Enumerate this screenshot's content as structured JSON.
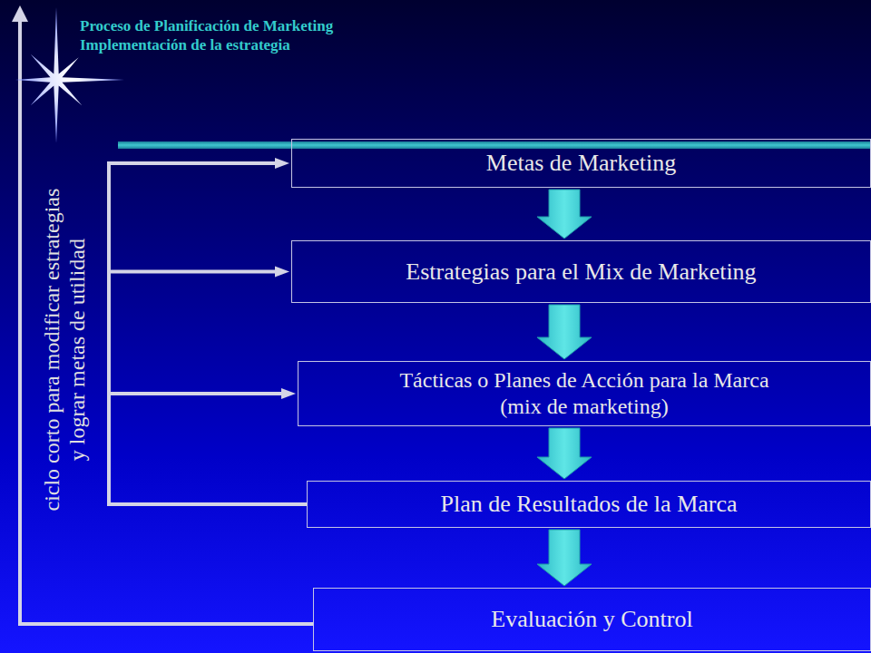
{
  "diagram": {
    "title": "Proceso de Planificación de Marketing Implementación de la estrategia",
    "nodes": [
      {
        "text": [
          "Metas de Marketing"
        ]
      },
      {
        "text": [
          "Estrategias para el Mix de Marketing"
        ]
      },
      {
        "text": [
          "Tácticas o Planes de Acción para la Marca (mix de marketing)"
        ]
      },
      {
        "text": [
          "Plan de Resultados de la Marca"
        ]
      },
      {
        "text": [
          "Evaluación y Control"
        ]
      }
    ],
    "edges": [
      {
        "from": 0,
        "to": 1,
        "arrow": "to"
      },
      {
        "from": 1,
        "to": 2,
        "arrow": "to"
      },
      {
        "from": 2,
        "to": 3,
        "arrow": "to"
      },
      {
        "from": 3,
        "to": 4,
        "arrow": "to"
      },
      {
        "from": 3,
        "to": 0,
        "arrow": "to"
      },
      {
        "from": 3,
        "to": 1,
        "arrow": "to"
      },
      {
        "from": 3,
        "to": 2,
        "arrow": "to"
      }
    ],
    "labels": [
      "ciclo corto para modificar estrategias y lograr metas de utilidad"
    ]
  }
}
